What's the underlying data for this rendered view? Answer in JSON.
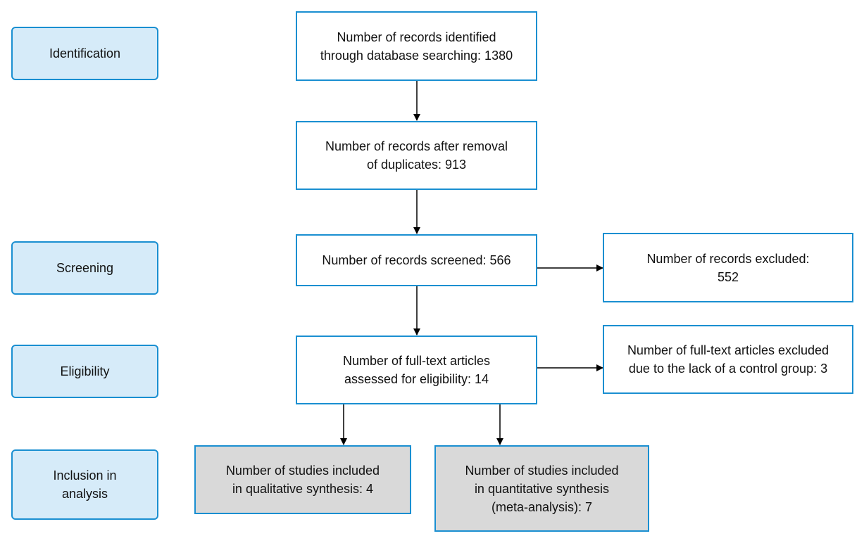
{
  "stages": {
    "identification": "Identification",
    "screening": "Screening",
    "eligibility": "Eligibility",
    "inclusion_line1": "Inclusion in",
    "inclusion_line2": "analysis"
  },
  "boxes": {
    "identified": {
      "line1": "Number of records identified",
      "line2": "through database searching: 1380"
    },
    "after_duplicates": {
      "line1": "Number of records after removal",
      "line2": "of duplicates: 913"
    },
    "screened": {
      "line1": "Number of records screened: 566"
    },
    "excluded": {
      "line1": "Number of records excluded:",
      "line2": "552"
    },
    "full_text": {
      "line1": "Number of full-text articles",
      "line2": "assessed for eligibility: 14"
    },
    "full_text_excluded": {
      "line1": "Number of full-text articles excluded",
      "line2": "due to the lack of a control group: 3"
    },
    "qualitative": {
      "line1": "Number of studies included",
      "line2": "in qualitative synthesis: 4"
    },
    "quantitative": {
      "line1": "Number of studies included",
      "line2": "in quantitative synthesis",
      "line3": "(meta-analysis): 7"
    }
  },
  "colors": {
    "border": "#1a8fd1",
    "stage_fill": "#d6ebf9",
    "result_fill": "#d9d9d9",
    "arrow": "#000000"
  }
}
